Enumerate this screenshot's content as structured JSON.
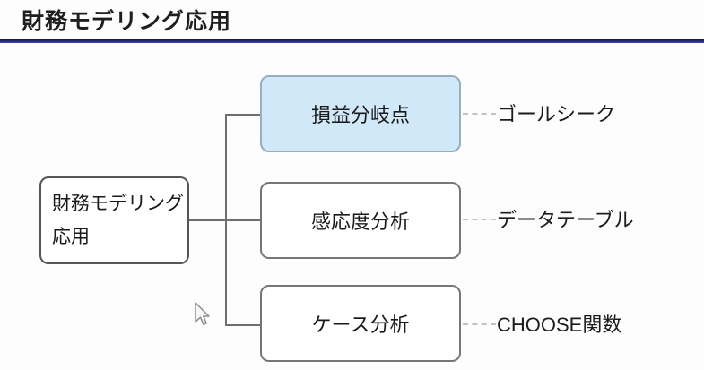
{
  "slide": {
    "title": "財務モデリング応用"
  },
  "colors": {
    "title_underline": "#2b2b8a",
    "highlight_box_fill": "#d0e8f8",
    "highlight_box_border": "#94afc0",
    "box_border": "#6e6e6e",
    "connector": "#6e6e6e",
    "dotted_connector": "#c2c2c2",
    "text": "#1a1a1a"
  },
  "diagram": {
    "root": {
      "label_line1": "財務モデリング",
      "label_line2": "応用"
    },
    "branches": [
      {
        "box_label": "損益分岐点",
        "tool_label": "ゴールシーク",
        "highlighted": true
      },
      {
        "box_label": "感応度分析",
        "tool_label": "データテーブル",
        "highlighted": false
      },
      {
        "box_label": "ケース分析",
        "tool_label": "CHOOSE関数",
        "highlighted": false
      }
    ]
  },
  "cursor": {
    "icon": "arrow-pointer"
  }
}
